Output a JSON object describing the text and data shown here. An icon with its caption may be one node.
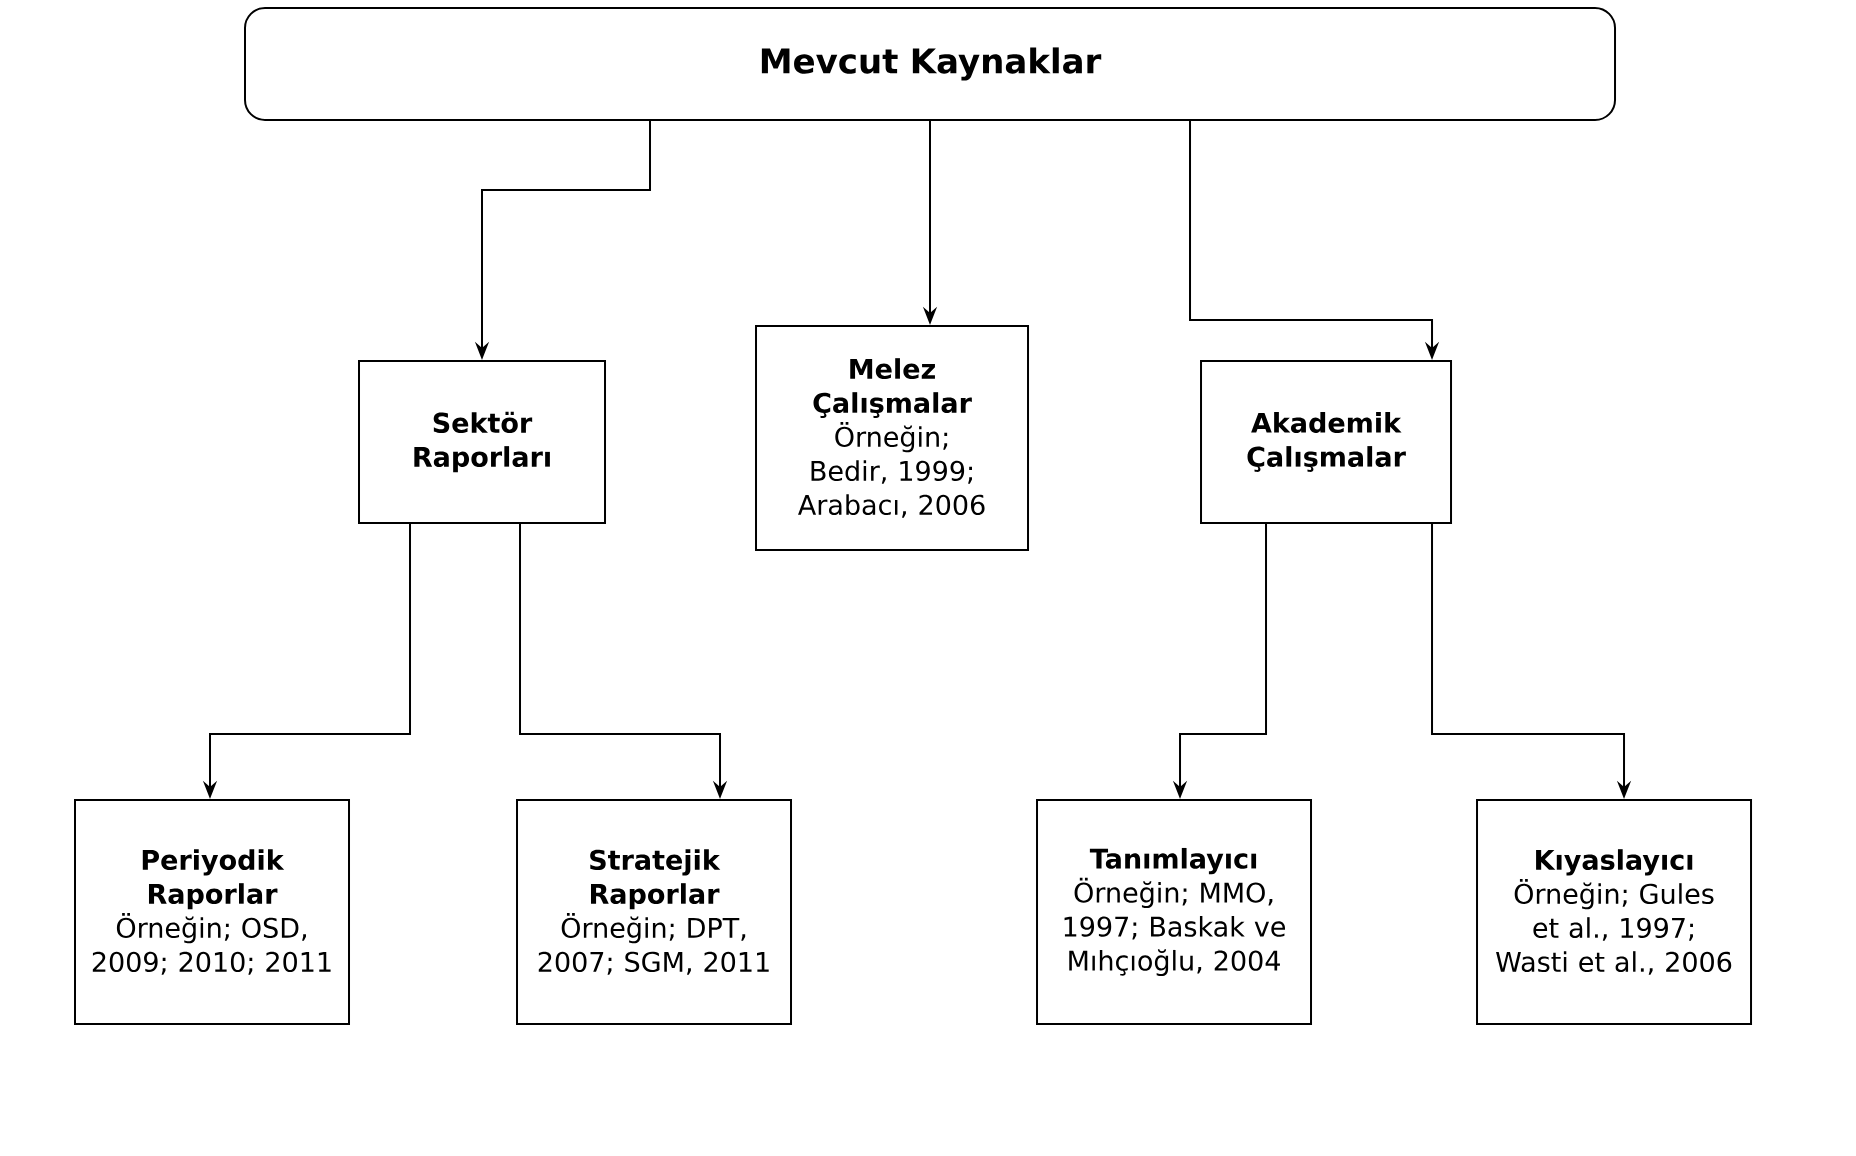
{
  "diagram": {
    "nodes": [
      {
        "text": [
          "Mevcut Kaynaklar"
        ]
      },
      {
        "text": [
          "Sektör Raporları"
        ]
      },
      {
        "text": [
          "Melez Çalışmalar",
          "Örneğin; Bedir, 1999; Arabacı, 2006"
        ]
      },
      {
        "text": [
          "Akademik Çalışmalar"
        ]
      },
      {
        "text": [
          "Periyodik Raporlar",
          "Örneğin; OSD, 2009; 2010; 2011"
        ]
      },
      {
        "text": [
          "Stratejik Raporlar",
          "Örneğin; DPT, 2007; SGM, 2011"
        ]
      },
      {
        "text": [
          "Tanımlayıcı",
          "Örneğin; MMO, 1997; Baskak ve Mıhçıoğlu, 2004"
        ]
      },
      {
        "text": [
          "Kıyaslayıcı",
          "Örneğin; Gules et al., 1997; Wasti et al., 2006"
        ]
      }
    ],
    "edges": [
      {
        "from": 0,
        "to": 1,
        "arrow": "to"
      },
      {
        "from": 0,
        "to": 2,
        "arrow": "to"
      },
      {
        "from": 0,
        "to": 3,
        "arrow": "to"
      },
      {
        "from": 1,
        "to": 4,
        "arrow": "to"
      },
      {
        "from": 1,
        "to": 5,
        "arrow": "to"
      },
      {
        "from": 3,
        "to": 6,
        "arrow": "to"
      },
      {
        "from": 3,
        "to": 7,
        "arrow": "to"
      }
    ]
  }
}
